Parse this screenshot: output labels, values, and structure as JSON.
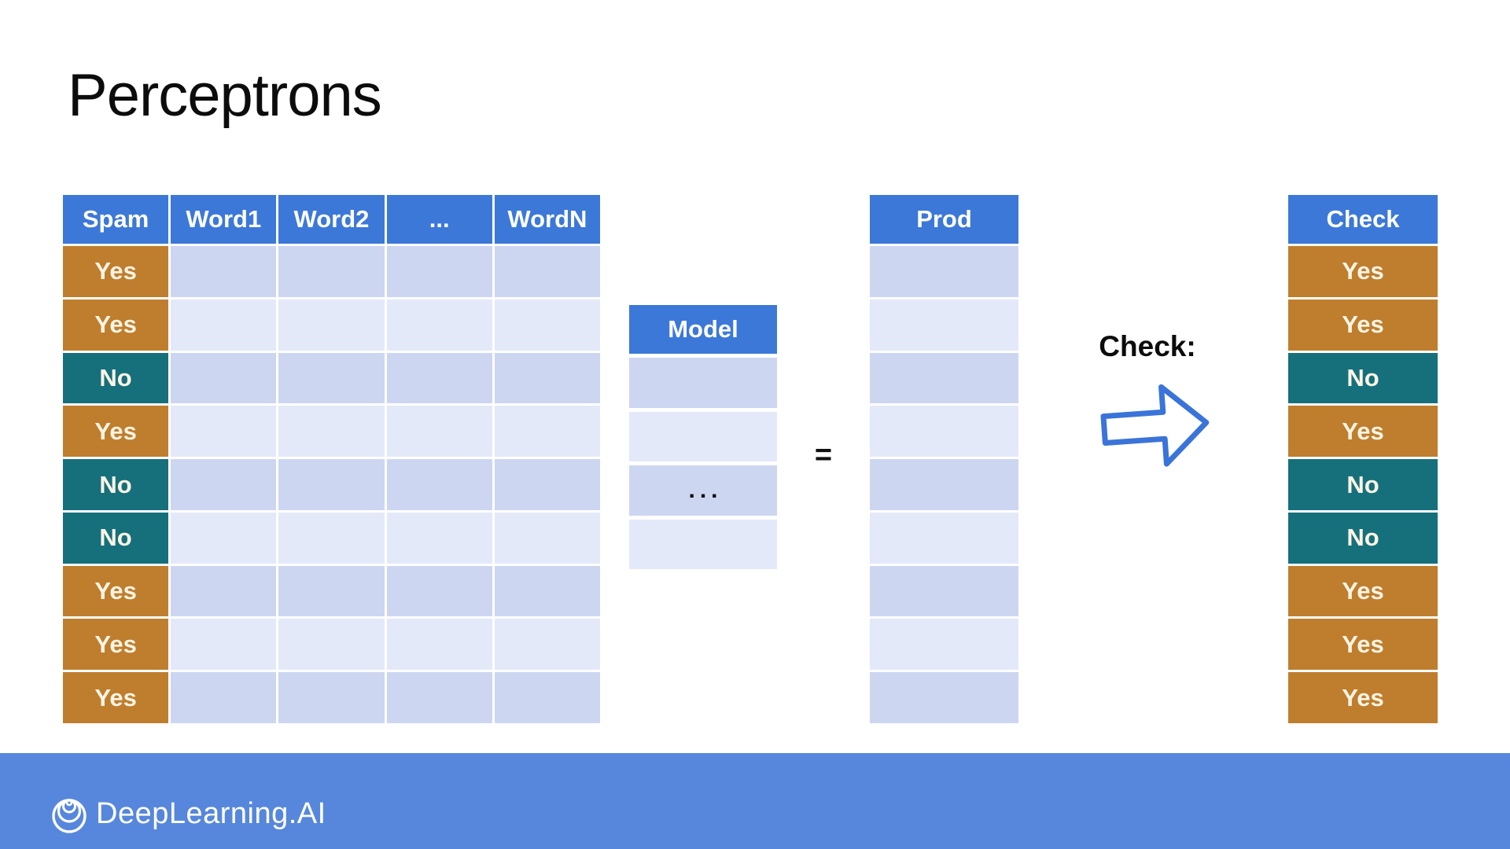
{
  "slide": {
    "title": "Perceptrons"
  },
  "labels": {
    "equals": "=",
    "check": "Check:"
  },
  "main_table": {
    "headers": [
      "Spam",
      "Word1",
      "Word2",
      "...",
      "WordN"
    ],
    "spam_values": [
      "Yes",
      "Yes",
      "No",
      "Yes",
      "No",
      "No",
      "Yes",
      "Yes",
      "Yes"
    ]
  },
  "model_block": {
    "header": "Model",
    "ellipsis": "..."
  },
  "prod_block": {
    "header": "Prod"
  },
  "check_block": {
    "header": "Check",
    "values": [
      "Yes",
      "Yes",
      "No",
      "Yes",
      "No",
      "No",
      "Yes",
      "Yes",
      "Yes"
    ]
  },
  "footer": {
    "brand": "DeepLearning.AI"
  },
  "icons": {
    "arrow": "block-arrow-right",
    "logo": "deeplearning-ai-swirl"
  },
  "colors": {
    "header_blue": "#3C78D8",
    "yes_orange": "#BF7E2D",
    "no_teal": "#16707B",
    "row_dark": "#CDD6F1",
    "row_light": "#E4E9F9",
    "footer_blue": "#5787DC",
    "arrow_blue": "#3B74D9",
    "cell_text": "#FBF4E5"
  }
}
